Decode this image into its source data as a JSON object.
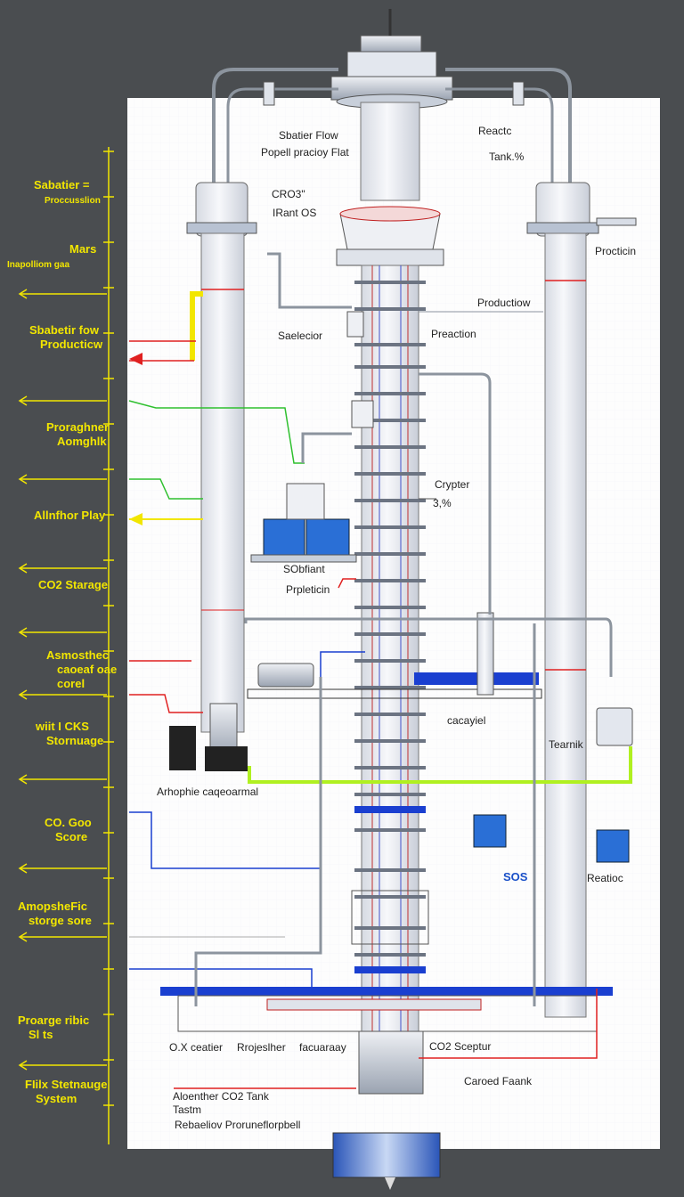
{
  "colors": {
    "background": "#4a4d50",
    "sheet": "#fdfdfd",
    "annotation": "#f2e600",
    "pipe_red": "#e02020",
    "pipe_blue": "#1a3fd0",
    "pipe_green": "#2fc02f",
    "column": "#eef0f4"
  },
  "left_annotations": [
    {
      "id": "a1",
      "lines": [
        "Sabatier =",
        "Proccusslion"
      ]
    },
    {
      "id": "a2",
      "lines": [
        "Mars",
        "Inapolliom gaa"
      ]
    },
    {
      "id": "a3",
      "lines": [
        "Sbabetir fow",
        "Producticw"
      ]
    },
    {
      "id": "a4",
      "lines": [
        "Proraghner",
        "Aomghlk"
      ]
    },
    {
      "id": "a5",
      "lines": [
        "Allnfhor Play"
      ]
    },
    {
      "id": "a6",
      "lines": [
        "CO2 Starage"
      ]
    },
    {
      "id": "a7",
      "lines": [
        "Asmosthec",
        "caoeaf oae",
        "corel"
      ]
    },
    {
      "id": "a8",
      "lines": [
        "wiit I CKS",
        "Stornuage"
      ]
    },
    {
      "id": "a9",
      "lines": [
        "CO. Goo",
        "Score"
      ]
    },
    {
      "id": "a10",
      "lines": [
        "AmopsheFic",
        "storge sore"
      ]
    },
    {
      "id": "a11",
      "lines": [
        "Proarge ribic",
        "Sl ts"
      ]
    },
    {
      "id": "a12",
      "lines": [
        "FIilx Stetnauge",
        "System"
      ]
    }
  ],
  "diagram_labels": {
    "top_left_1": "Sbatier Flow",
    "top_left_2": "Popell pracioy Flat",
    "top_right_1": "Reactc",
    "top_right_2": "Tank.%",
    "co2_1": "CRO3\"",
    "co2_2": "IRant OS",
    "right_column": "Procticin",
    "production": "Productiow",
    "sabelector": "Saelecior",
    "reaction": "Preaction",
    "cryptor_1": "Crypter",
    "cryptor_2": "3,%",
    "plant_1": "SObfiant",
    "plant_2": "Prpleticin",
    "catalyst": "cacayiel",
    "tank": "Tearnik",
    "atmospheric": "Arhophie caqeoarmal",
    "blue_code": "SOS",
    "reactor_right": "Reatioc",
    "bottom_1": "O.X ceatier",
    "bottom_2": "Rrojeslher",
    "bottom_3": "facuaraay",
    "co2_capture": "CO2 Sceptur",
    "captured_tank": "Caroed Faank",
    "footer_1": "Aloenther CO2 Tank",
    "footer_2": "Tastm",
    "footer_3": "Rebaeliov  Proruneflorpbell"
  }
}
